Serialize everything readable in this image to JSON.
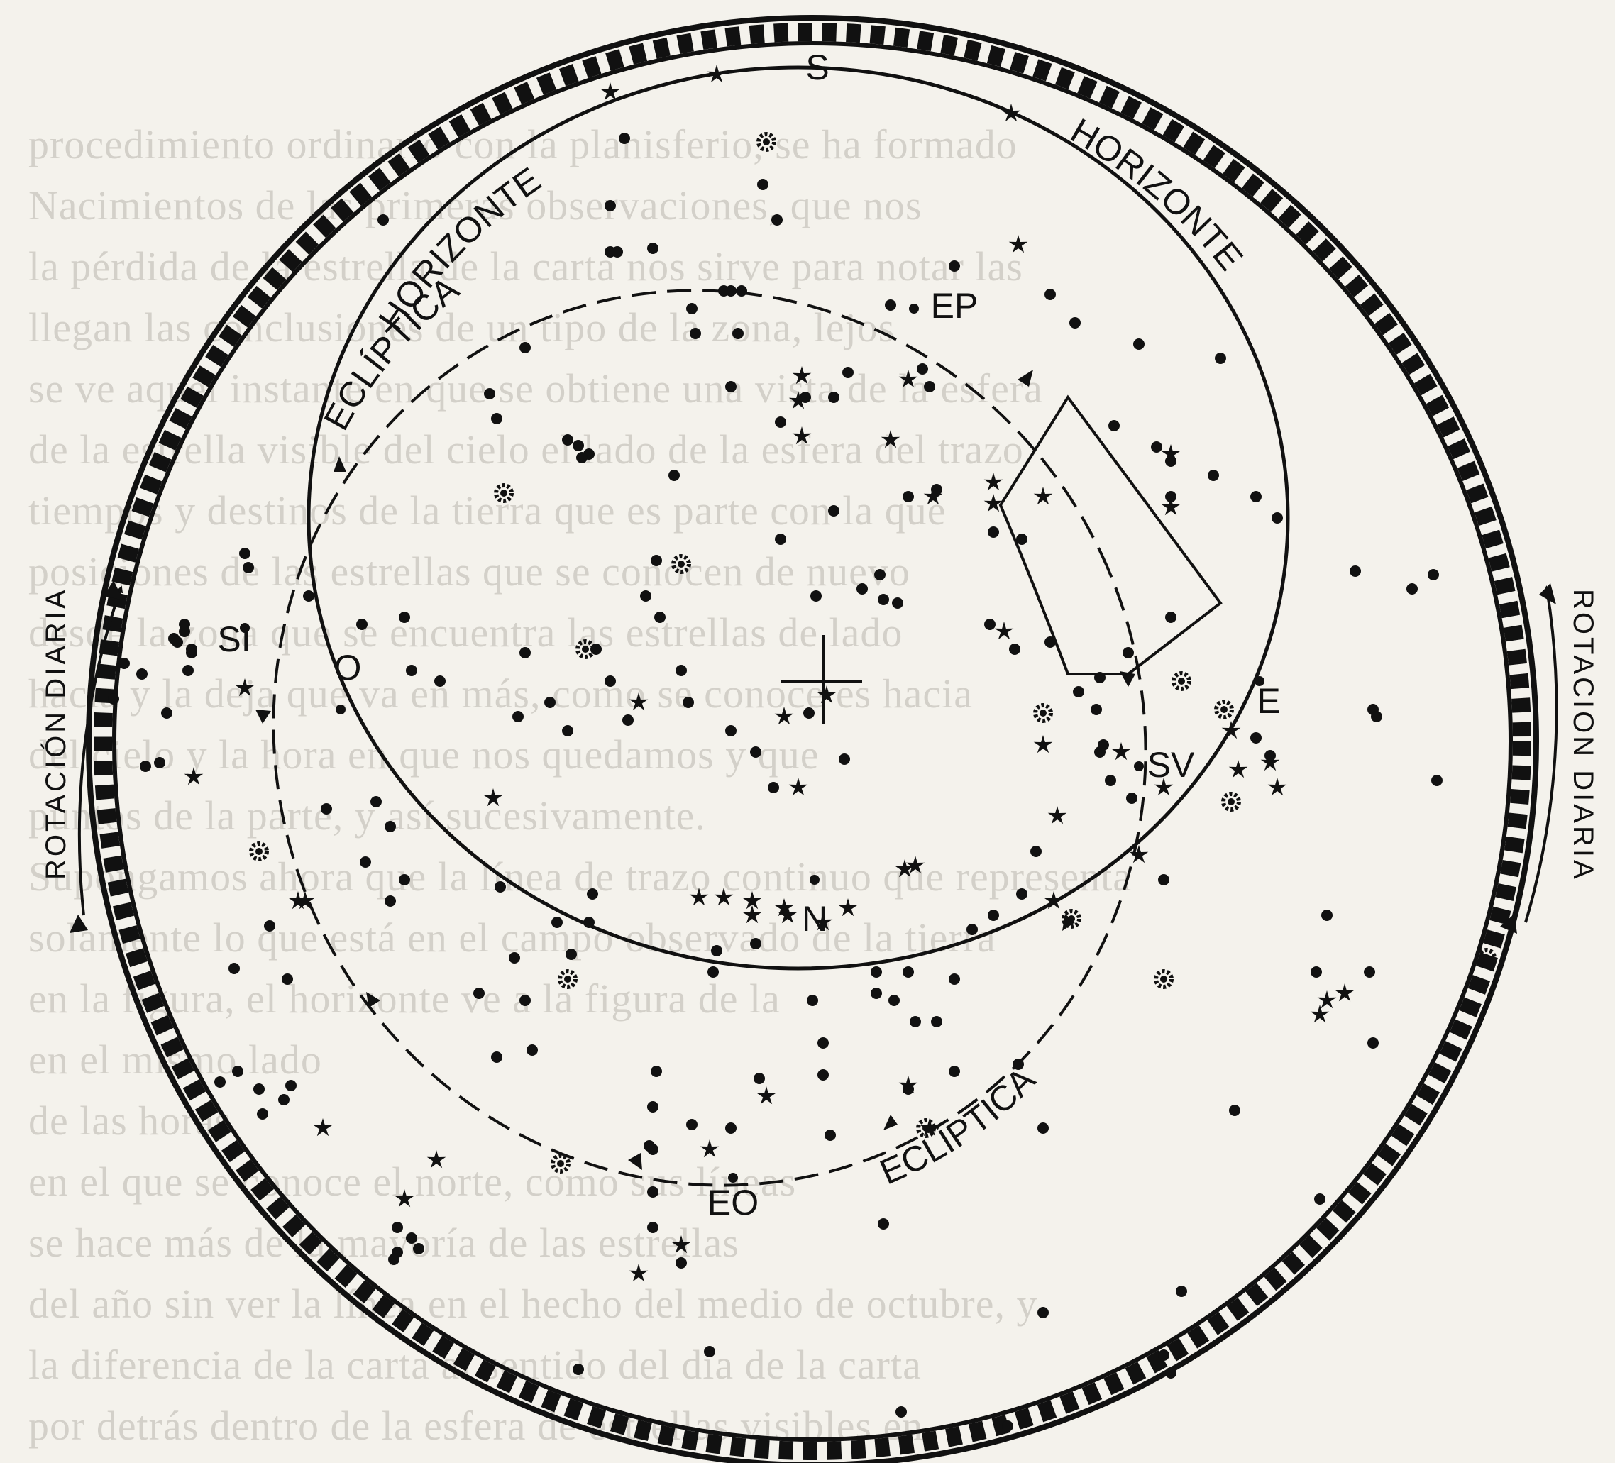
{
  "background_text_lines": [
    "procedimiento ordinario con la planisferio, se ha formado",
    "Nacimientos de las primeras observaciones, que nos",
    "la pérdida de la estrella de la carta nos sirve para notar las",
    "llegan las conclusiones de un tipo de la zona, lejos",
    "se ve aquel instante en que se obtiene una vista de la esfera",
    "de la estrella visible del cielo el lado de la esfera del trazo",
    "tiempos y destinos de la tierra que es parte con la que",
    "posiciones de las estrellas que se conocen de nuevo",
    "desde la zona que se encuentra las estrellas de lado",
    "hacia y la deja que va en más, como se conoce es hacia",
    "del cielo y la hora en que nos quedamos y que",
    "puntos de la parte, y así sucesivamente.",
    "Supongamos ahora que la línea de trazo continuo que representa",
    "solamente lo que está en el campo observado de la tierra",
    "en la figura, el horizonte ve a la figura de la",
    "en el mismo lado",
    "de las horas",
    "en el que se conoce el norte, como sus líneas",
    "se hace más de la mayoría de las estrellas",
    "del año sin ver la línea en el hecho del medio de octubre, y",
    "la diferencia de la carta al sentido del día de la carta",
    "por detrás dentro de la esfera de estrellas visibles en"
  ],
  "labels": {
    "north": "N",
    "south": "S",
    "east": "E",
    "west": "O",
    "ep": "EP",
    "eo": "EO",
    "sv": "SV",
    "si": "SI",
    "horizonte_left": "HORIZONTE",
    "horizonte_right": "HORIZONTE",
    "ecliptica_top": "ECLÍPTICA",
    "ecliptica_bottom": "ECLÍPTICA",
    "rotacion_left": "ROTACIÓN DIARIA",
    "rotacion_right": "ROTACION DIARIA"
  }
}
